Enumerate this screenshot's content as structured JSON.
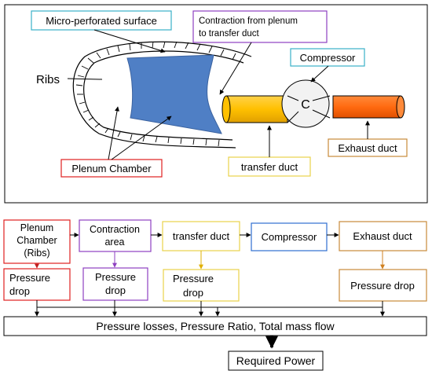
{
  "top": {
    "microperf": "Micro-perforated surface",
    "contraction_line1": "Contraction from plenum",
    "contraction_line2": "to transfer duct",
    "compressor": "Compressor",
    "ribs": "Ribs",
    "c_letter": "C",
    "exhaust": "Exhaust duct",
    "plenum": "Plenum Chamber",
    "transfer": "transfer duct"
  },
  "flow": {
    "plenum_l1": "Plenum",
    "plenum_l2": "Chamber",
    "plenum_l3": "(Ribs)",
    "contraction_l1": "Contraction",
    "contraction_l2": "area",
    "transfer": "transfer duct",
    "compressor": "Compressor",
    "exhaust": "Exhaust duct",
    "pd_word1": "Pressure",
    "pd_word2": "drop",
    "pd_full": "Pressure drop",
    "summary": "Pressure losses, Pressure Ratio, Total mass flow",
    "required": "Required Power"
  },
  "colors": {
    "plenum_box": "#e02020",
    "microperf_box": "#3ab0c8",
    "contraction_box": "#8e3fc0",
    "compressor_box": "#2f6fd0",
    "transfer_box": "#e8d24a",
    "exhaust_box": "#c88a3a",
    "plenum_fill": "#4f7fc5",
    "transfer_fill": "#ffc000",
    "exhaust_fill": "#ff6a10"
  }
}
